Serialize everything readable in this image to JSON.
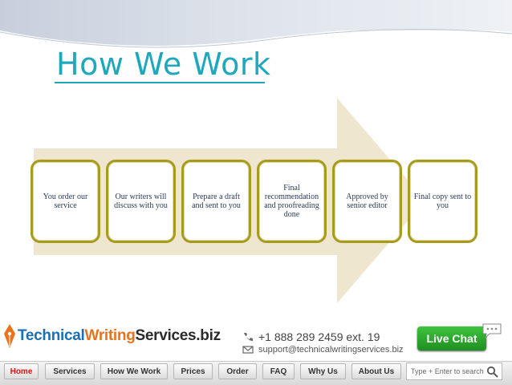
{
  "title": "How We Work",
  "steps": [
    {
      "text": "You order our service"
    },
    {
      "text": "Our writers will discuss with you"
    },
    {
      "text": "Prepare a draft and sent to you"
    },
    {
      "text": "Final recommendation and proofreading done"
    },
    {
      "text": "Approved by senior editor"
    },
    {
      "text": "Final copy sent to you"
    }
  ],
  "footer": {
    "logo_part1": "Technical",
    "logo_part2": "Writing",
    "logo_part3": "Services.biz",
    "phone": "+1 888 289 2459 ext. 19",
    "email": "support@technicalwritingservices.biz",
    "live_chat": "Live Chat",
    "search_placeholder": "Type + Enter to search",
    "nav": [
      "Home",
      "Services",
      "How We Work",
      "Prices",
      "Order",
      "FAQ",
      "Why Us",
      "About Us"
    ]
  },
  "colors": {
    "title": "#1fa8bd",
    "arrow": "#efe6cf",
    "step_border": "#a89a1e",
    "live_chat": "#2aa52a"
  }
}
